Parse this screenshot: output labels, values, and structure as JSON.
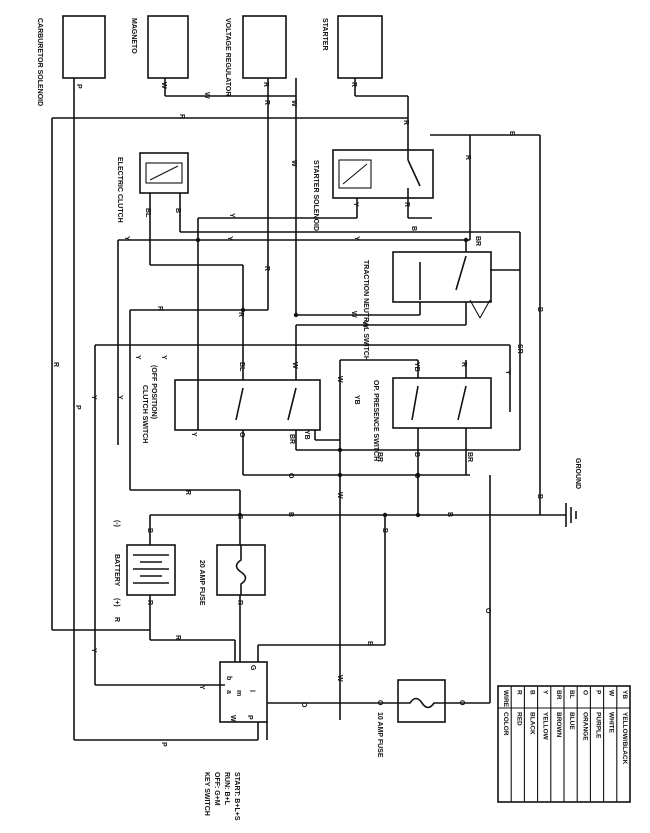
{
  "components": {
    "carburetor_solenoid": "CARBURETOR SOLENOID",
    "magneto": "MAGNETO",
    "voltage_regulator": "VOLTAGE REGULATOR",
    "starter": "STARTER",
    "electric_clutch": "ELECTRIC CLUTCH",
    "starter_solenoid": "STARTER SOLENOID",
    "traction_neutral_switch": "TRACTION NEUTRAL SWITCH",
    "clutch_switch": "CLUTCH SWITCH",
    "clutch_switch_note": "(OFF POSITION)",
    "op_presence_switch": "OP. PRESENCE SWITCH",
    "battery": "BATTERY",
    "battery_neg": "(-)",
    "battery_pos": "(+)",
    "fuse_20": "20 AMP FUSE",
    "fuse_10": "10 AMP FUSE",
    "ground": "GROUND",
    "key_switch": {
      "title": "KEY SWITCH",
      "off": "OFF: G+M",
      "run": "RUN: B+L",
      "start": "START: B+L+S"
    },
    "key_terminals": {
      "a": "a",
      "b": "b",
      "m": "m",
      "l": "l",
      "w": "W",
      "p": "P",
      "g": "G",
      "r": "R",
      "y": "Y"
    }
  },
  "wire_labels": {
    "R": "R",
    "B": "B",
    "Y": "Y",
    "BR": "BR",
    "BL": "BL",
    "O": "O",
    "P": "P",
    "W": "W",
    "YB": "YB",
    "SR": "SR"
  },
  "legend": {
    "headers": [
      "WIRE",
      "COLOR"
    ],
    "rows": [
      [
        "R",
        "RED"
      ],
      [
        "B",
        "BLACK"
      ],
      [
        "Y",
        "YELLOW"
      ],
      [
        "BR",
        "BROWN"
      ],
      [
        "BL",
        "BLUE"
      ],
      [
        "O",
        "ORANGE"
      ],
      [
        "P",
        "PURPLE"
      ],
      [
        "W",
        "WHITE"
      ],
      [
        "YB",
        "YELLOW/BLACK"
      ]
    ]
  }
}
